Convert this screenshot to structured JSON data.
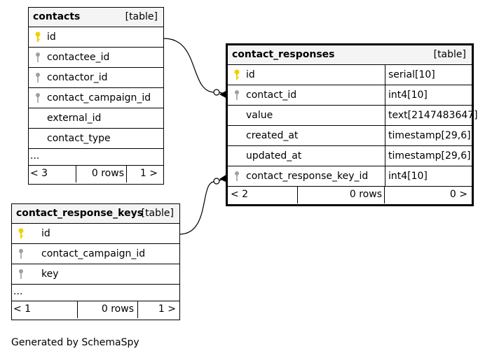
{
  "footer_text": "Generated by SchemaSpy",
  "colors": {
    "primary_key": "#f0d000",
    "foreign_key": "#a0a0a0",
    "header_bg": "#f4f4f4",
    "border": "#000000"
  },
  "tables": {
    "contacts": {
      "name": "contacts",
      "kind": "[table]",
      "columns": [
        {
          "name": "id",
          "key": "primary"
        },
        {
          "name": "contactee_id",
          "key": "foreign"
        },
        {
          "name": "contactor_id",
          "key": "foreign"
        },
        {
          "name": "contact_campaign_id",
          "key": "foreign"
        },
        {
          "name": "external_id",
          "key": "none"
        },
        {
          "name": "contact_type",
          "key": "none"
        }
      ],
      "ellipsis": "...",
      "footer": {
        "left": "< 3",
        "rows": "0 rows",
        "right": "1 >"
      }
    },
    "contact_responses": {
      "name": "contact_responses",
      "kind": "[table]",
      "columns": [
        {
          "name": "id",
          "type": "serial[10]",
          "key": "primary"
        },
        {
          "name": "contact_id",
          "type": "int4[10]",
          "key": "foreign"
        },
        {
          "name": "value",
          "type": "text[2147483647]",
          "key": "none"
        },
        {
          "name": "created_at",
          "type": "timestamp[29,6]",
          "key": "none"
        },
        {
          "name": "updated_at",
          "type": "timestamp[29,6]",
          "key": "none"
        },
        {
          "name": "contact_response_key_id",
          "type": "int4[10]",
          "key": "foreign"
        }
      ],
      "footer": {
        "left": "< 2",
        "rows": "0 rows",
        "right": "0 >"
      }
    },
    "contact_response_keys": {
      "name": "contact_response_keys",
      "kind": "[table]",
      "columns": [
        {
          "name": "id",
          "key": "primary"
        },
        {
          "name": "contact_campaign_id",
          "key": "foreign"
        },
        {
          "name": "key",
          "key": "foreign"
        }
      ],
      "ellipsis": "...",
      "footer": {
        "left": "< 1",
        "rows": "0 rows",
        "right": "1 >"
      }
    }
  }
}
